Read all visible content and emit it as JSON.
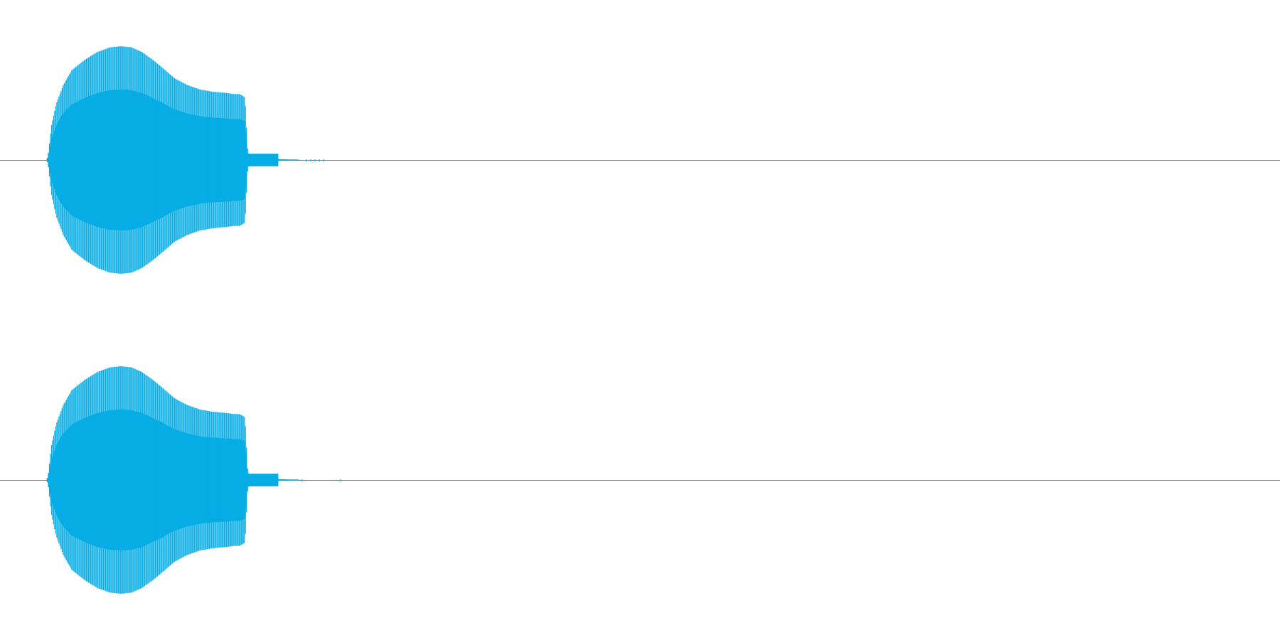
{
  "chart_data": {
    "type": "area",
    "title": "",
    "xlabel": "",
    "ylabel": "",
    "grid": false,
    "legend": "none",
    "colors": {
      "waveform": "#06ace4",
      "background": "#ffffff"
    },
    "xlim": [
      0,
      1
    ],
    "ylim": [
      -1,
      1
    ],
    "channels": [
      {
        "name": "",
        "envelope": {
          "t": [
            0.0,
            0.002,
            0.006,
            0.012,
            0.02,
            0.03,
            0.045,
            0.06,
            0.075,
            0.088,
            0.1,
            0.112,
            0.125,
            0.138,
            0.15,
            0.165,
            0.18,
            0.195,
            0.21,
            0.22,
            0.226,
            0.229,
            0.233,
            0.236,
            0.24,
            0.245,
            0.25,
            0.255,
            0.262,
            0.265,
            0.268,
            0.272,
            0.285,
            0.296,
            0.297,
            0.298,
            0.3,
            0.305,
            0.32,
            0.33,
            0.335,
            0.34
          ],
          "amp": [
            0.0,
            0.03,
            0.3,
            0.5,
            0.66,
            0.79,
            0.88,
            0.95,
            0.99,
            1.0,
            0.99,
            0.95,
            0.88,
            0.8,
            0.72,
            0.66,
            0.62,
            0.6,
            0.59,
            0.58,
            0.58,
            0.57,
            0.55,
            0.1,
            0.08,
            0.07,
            0.06,
            0.06,
            0.06,
            0.03,
            0.015,
            0.012,
            0.008,
            0.006,
            0.0,
            0.0,
            0.0,
            0.0,
            0.0,
            0.0,
            0.0,
            0.0
          ]
        },
        "fine_dots": [
          0.305,
          0.31,
          0.315,
          0.32,
          0.325
        ]
      },
      {
        "name": "",
        "envelope": {
          "t": [
            0.0,
            0.002,
            0.006,
            0.012,
            0.02,
            0.03,
            0.045,
            0.06,
            0.075,
            0.088,
            0.1,
            0.112,
            0.125,
            0.138,
            0.15,
            0.165,
            0.18,
            0.195,
            0.21,
            0.22,
            0.226,
            0.229,
            0.233,
            0.236,
            0.24,
            0.245,
            0.25,
            0.255,
            0.262,
            0.265,
            0.268,
            0.272,
            0.285,
            0.296,
            0.297,
            0.298,
            0.3,
            0.305,
            0.32,
            0.33,
            0.335,
            0.34
          ],
          "amp": [
            0.0,
            0.03,
            0.3,
            0.5,
            0.66,
            0.79,
            0.88,
            0.95,
            0.99,
            1.0,
            0.99,
            0.95,
            0.88,
            0.8,
            0.72,
            0.66,
            0.62,
            0.6,
            0.59,
            0.58,
            0.58,
            0.57,
            0.55,
            0.1,
            0.08,
            0.07,
            0.06,
            0.06,
            0.06,
            0.03,
            0.015,
            0.012,
            0.008,
            0.006,
            0.0,
            0.0,
            0.0,
            0.0,
            0.0,
            0.0,
            0.0,
            0.0
          ]
        },
        "fine_dots": [
          0.3,
          0.345
        ]
      }
    ]
  }
}
